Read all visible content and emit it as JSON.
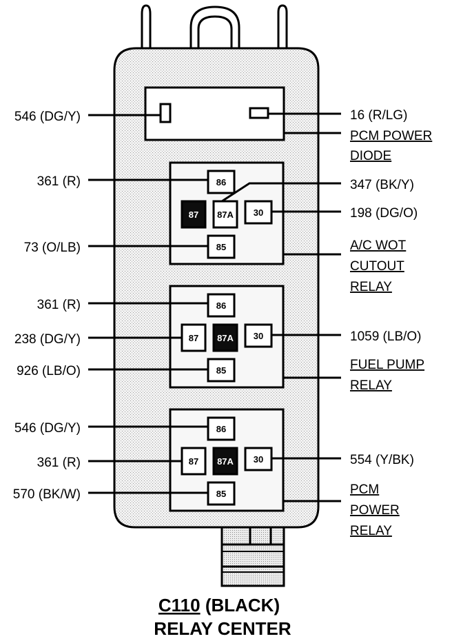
{
  "diode": {
    "left_wire": "546 (DG/Y)",
    "right_wire": "16 (R/LG)",
    "component_lines": [
      "PCM POWER",
      "DIODE"
    ]
  },
  "relays": [
    {
      "id": "ac-wot-cutout",
      "terminals": {
        "t86": "86",
        "t87": "87",
        "t87a": "87A",
        "t30": "30",
        "t85": "85"
      },
      "dark_terminal": "87",
      "wires": {
        "t86": "361 (R)",
        "t87a": "347 (BK/Y)",
        "t30": "198 (DG/O)",
        "t85": "73 (O/LB)"
      },
      "component_lines": [
        "A/C WOT",
        "CUTOUT",
        "RELAY"
      ]
    },
    {
      "id": "fuel-pump",
      "terminals": {
        "t86": "86",
        "t87": "87",
        "t87a": "87A",
        "t30": "30",
        "t85": "85"
      },
      "dark_terminal": "87A",
      "wires": {
        "t86": "361 (R)",
        "t87": "238 (DG/Y)",
        "t30": "1059 (LB/O)",
        "t85": "926 (LB/O)"
      },
      "component_lines": [
        "FUEL PUMP",
        "RELAY"
      ]
    },
    {
      "id": "pcm-power",
      "terminals": {
        "t86": "86",
        "t87": "87",
        "t87a": "87A",
        "t30": "30",
        "t85": "85"
      },
      "dark_terminal": "87A",
      "wires": {
        "t86": "546 (DG/Y)",
        "t87": "361 (R)",
        "t30": "554 (Y/BK)",
        "t85": "570 (BK/W)"
      },
      "component_lines": [
        "PCM",
        "POWER",
        "RELAY"
      ]
    }
  ],
  "title": {
    "connector": "C110",
    "color": " (BLACK)",
    "line2": "RELAY CENTER"
  },
  "colors": {
    "ink": "#000000",
    "housing": "#f1f1f1",
    "paper": "#ffffff"
  }
}
